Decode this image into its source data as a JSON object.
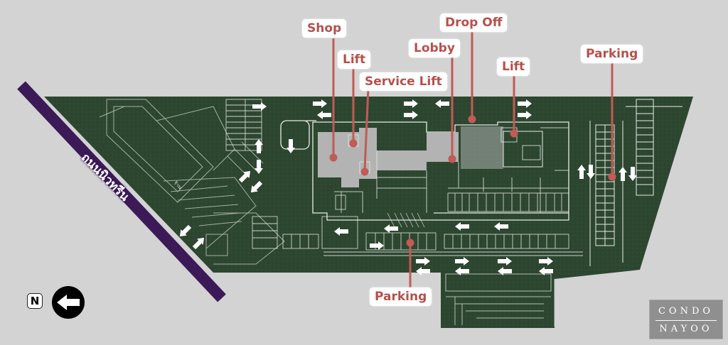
{
  "map": {
    "callouts": {
      "shop": "Shop",
      "lift_left": "Lift",
      "service_lift": "Service Lift",
      "lobby": "Lobby",
      "drop_off": "Drop Off",
      "lift_right": "Lift",
      "parking_right": "Parking",
      "parking_bottom": "Parking"
    },
    "road_name": "ถนนนิวทรีน",
    "building_label": "ร้าน",
    "north_label": "N",
    "logo_line1": "CONDO",
    "logo_line2": "NAYOO",
    "colors": {
      "background": "#d3d3d3",
      "site": "#2d4630",
      "site_line": "#c9d3c6",
      "road": "#3b1a57",
      "core": "#b9b9b9",
      "callout_text": "#b5514d",
      "marker": "#c25a55"
    },
    "icons": [
      "north-arrow-icon",
      "parking-arrow-icon",
      "marker-dot-icon"
    ]
  }
}
